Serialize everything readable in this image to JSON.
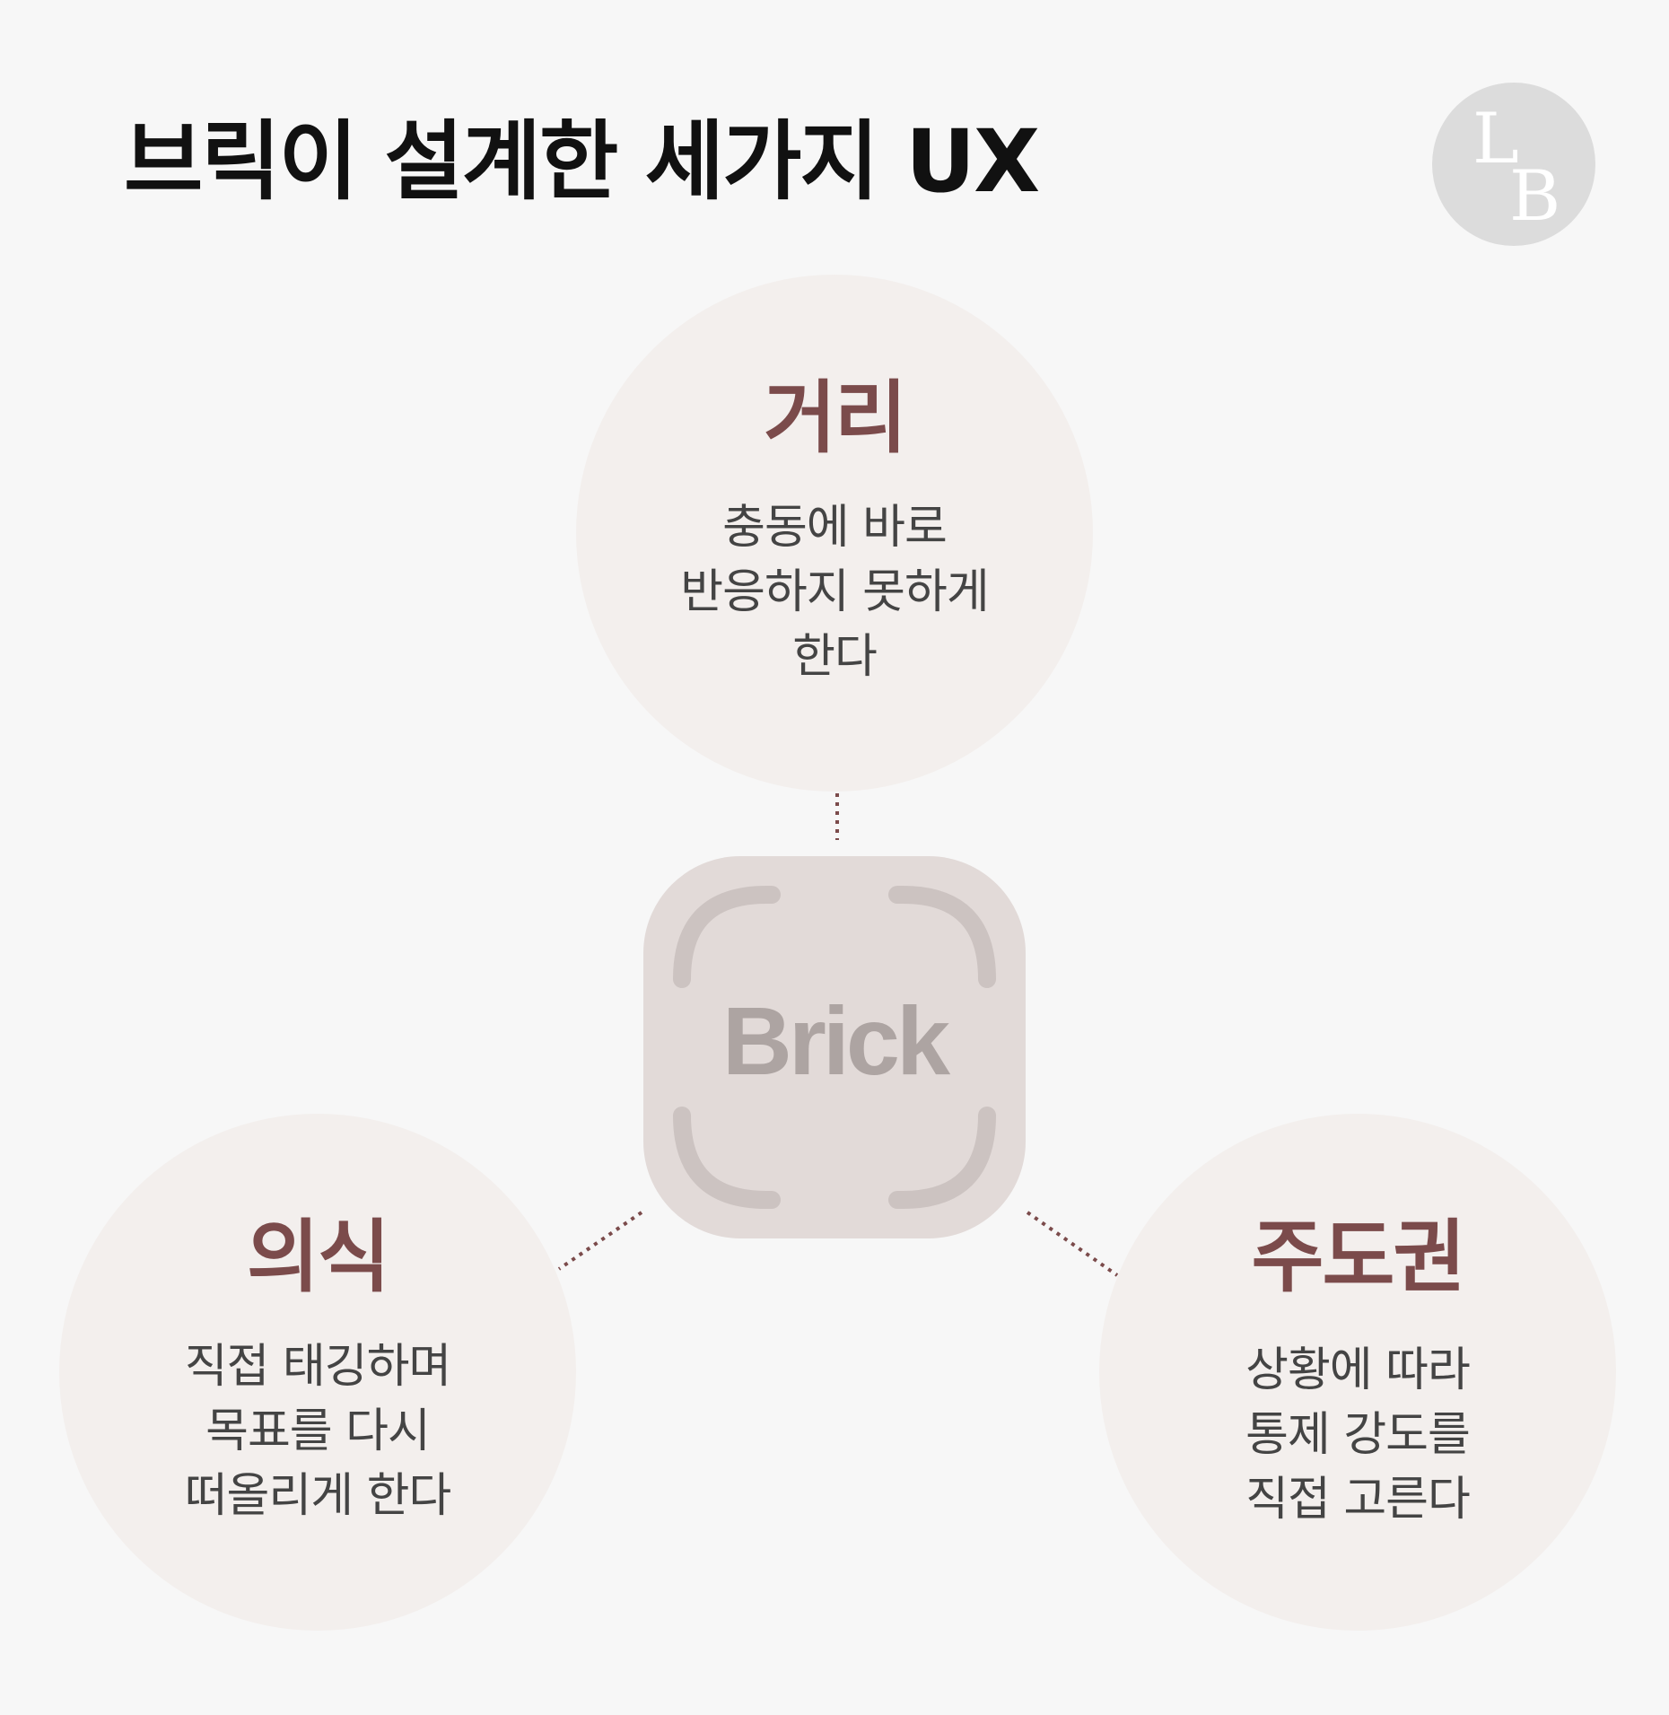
{
  "title": "브릭이 설계한 세가지 UX",
  "logo": {
    "line1": "L",
    "line2": "B",
    "icon": "lb-monogram-logo"
  },
  "center": {
    "label": "Brick",
    "icon": "brick-device-icon"
  },
  "nodes": [
    {
      "heading": "거리",
      "body": "충동에 바로\n반응하지 못하게\n한다"
    },
    {
      "heading": "의식",
      "body": "직접 태깅하며\n목표를 다시\n떠올리게 한다"
    },
    {
      "heading": "주도권",
      "body": "상황에 따라\n통제 강도를\n직접 고른다"
    }
  ],
  "colors": {
    "background": "#f7f7f7",
    "circle_fill": "#f3efed",
    "heading": "#7b4b4b",
    "body_text": "#444444",
    "brick_fill": "#e2dad8",
    "brick_text": "#ada4a2",
    "connector": "#7b4b4b",
    "logo_fill": "#dcdcdc"
  }
}
